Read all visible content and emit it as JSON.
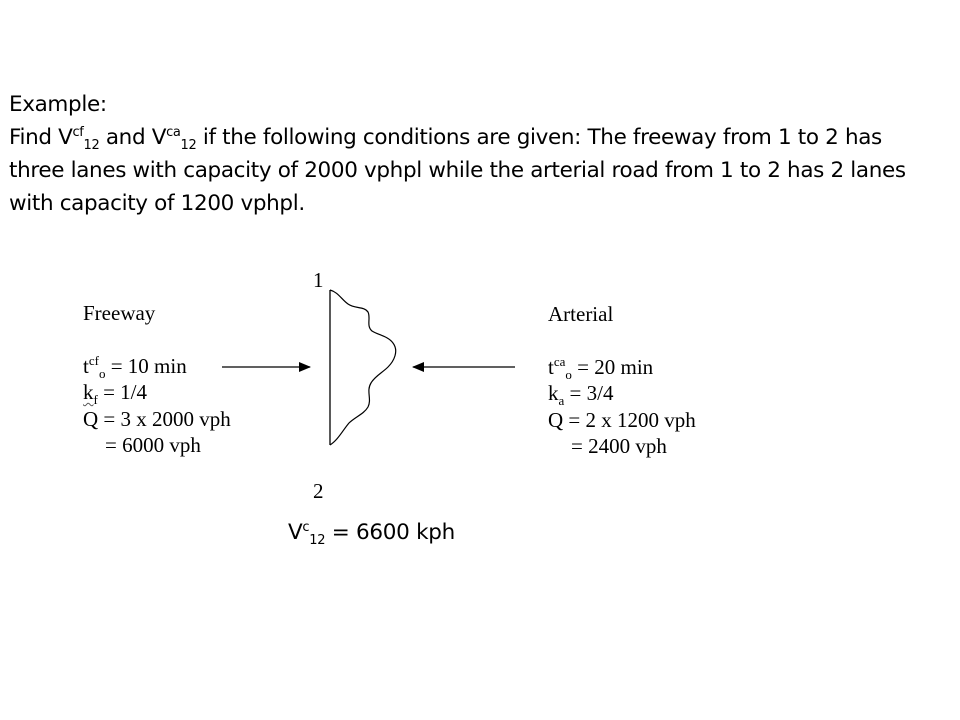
{
  "problem": {
    "heading": "Example:",
    "line1": {
      "p1": "Find V",
      "sup1": "cf",
      "sub1": "12",
      "p2": " and V",
      "sup2": "ca",
      "sub2": "12",
      "p3": " if the following conditions are given: The freeway from 1 to 2 has"
    },
    "line2": "three lanes with capacity of 2000 vphpl while the arterial road from 1 to 2 has 2 lanes",
    "line3": "with capacity of 1200 vphpl."
  },
  "diagram": {
    "node_top": "1",
    "node_bottom": "2",
    "freeway": {
      "title": "Freeway",
      "t_base": "t",
      "t_sup": "cf",
      "t_sub": "o",
      "t_value": " = 10 min",
      "k_base": "k",
      "k_sub": "f",
      "k_value": " = 1/4",
      "q_line1": "Q = 3 x 2000 vph",
      "q_line2": "= 6000 vph"
    },
    "arterial": {
      "title": "Arterial",
      "t_base": "t",
      "t_sup": "ca",
      "t_sub": "o",
      "t_value": " = 20 min",
      "k_base": "k",
      "k_sub": "a",
      "k_value": " = 3/4",
      "q_line1": "Q = 2 x 1200 vph",
      "q_line2": "= 2400 vph"
    }
  },
  "result": {
    "base": "V",
    "sup": "c",
    "sub": "12",
    "value": " = 6600 kph"
  }
}
